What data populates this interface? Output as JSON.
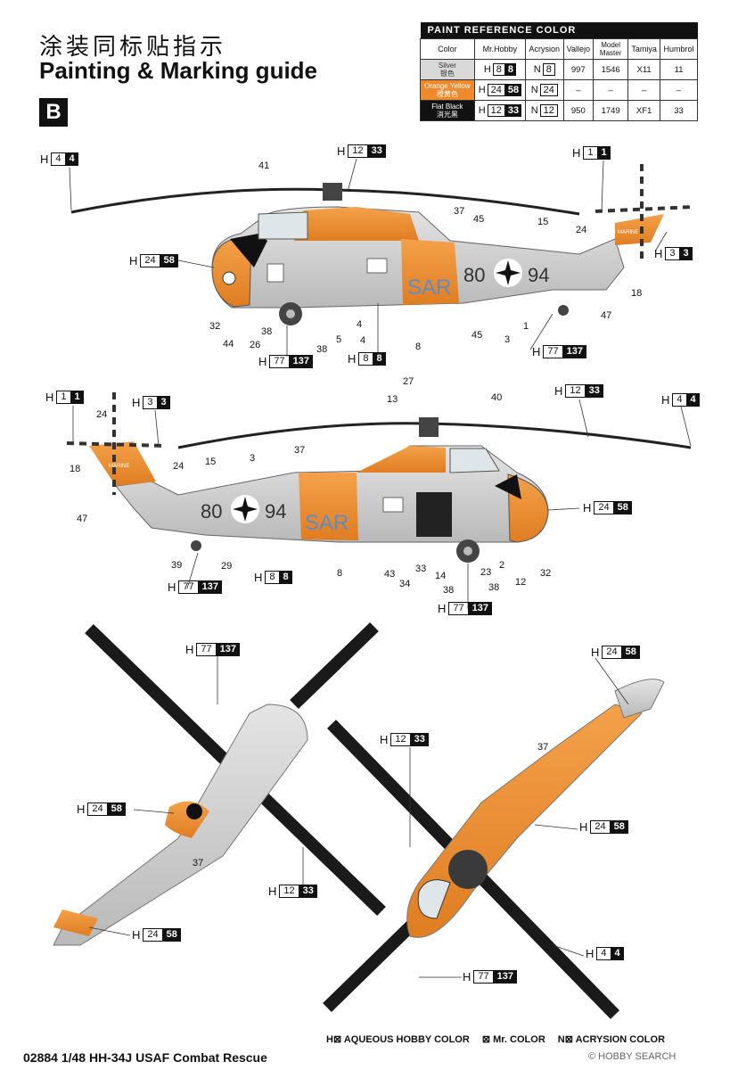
{
  "header": {
    "title_cn": "涂装同标贴指示",
    "title_en": "Painting & Marking guide",
    "scheme": "B"
  },
  "paint_table": {
    "caption": "PAINT REFERENCE COLOR",
    "columns": [
      "Color",
      "Mr.Hobby",
      "Acrysion",
      "Vallejo",
      "Model Master",
      "Tamiya",
      "Humbrol"
    ],
    "rows": [
      {
        "en": "Silver",
        "cn": "银色",
        "h1": "8",
        "h2": "8",
        "n": "8",
        "vallejo": "997",
        "mm": "1546",
        "tamiya": "X11",
        "humbrol": "11"
      },
      {
        "en": "Orange Yellow",
        "cn": "橙黄色",
        "h1": "24",
        "h2": "58",
        "n": "24",
        "vallejo": "–",
        "mm": "–",
        "tamiya": "–",
        "humbrol": "–"
      },
      {
        "en": "Flat Black",
        "cn": "消光黑",
        "h1": "12",
        "h2": "33",
        "n": "12",
        "vallejo": "950",
        "mm": "1749",
        "tamiya": "XF1",
        "humbrol": "33"
      }
    ]
  },
  "prefix": {
    "h": "H",
    "n": "N"
  },
  "markings": {
    "sar": "SAR",
    "n1": "80",
    "n2": "94",
    "marine": "MARINE"
  },
  "labels": [
    {
      "h1": "4",
      "h2": "4"
    },
    {
      "h1": "12",
      "h2": "33"
    },
    {
      "h1": "1",
      "h2": "1"
    },
    {
      "h1": "24",
      "h2": "58"
    },
    {
      "h1": "3",
      "h2": "3"
    },
    {
      "h1": "77",
      "h2": "137"
    },
    {
      "h1": "8",
      "h2": "8"
    },
    {
      "h1": "77",
      "h2": "137"
    },
    {
      "h1": "1",
      "h2": "1"
    },
    {
      "h1": "3",
      "h2": "3"
    },
    {
      "h1": "12",
      "h2": "33"
    },
    {
      "h1": "4",
      "h2": "4"
    },
    {
      "h1": "24",
      "h2": "58"
    },
    {
      "h1": "8",
      "h2": "8"
    },
    {
      "h1": "77",
      "h2": "137"
    },
    {
      "h1": "77",
      "h2": "137"
    },
    {
      "h1": "77",
      "h2": "137"
    },
    {
      "h1": "24",
      "h2": "58"
    },
    {
      "h1": "12",
      "h2": "33"
    },
    {
      "h1": "24",
      "h2": "58"
    },
    {
      "h1": "24",
      "h2": "58"
    },
    {
      "h1": "12",
      "h2": "33"
    },
    {
      "h1": "24",
      "h2": "58"
    },
    {
      "h1": "4",
      "h2": "4"
    },
    {
      "h1": "77",
      "h2": "137"
    }
  ],
  "callouts": [
    "41",
    "37",
    "45",
    "15",
    "24",
    "18",
    "47",
    "32",
    "44",
    "26",
    "38",
    "38",
    "5",
    "4",
    "4",
    "8",
    "45",
    "3",
    "1",
    "27",
    "13",
    "40",
    "24",
    "18",
    "37",
    "15",
    "3",
    "24",
    "47",
    "39",
    "29",
    "8",
    "43",
    "34",
    "33",
    "14",
    "38",
    "23",
    "2",
    "38",
    "12",
    "32",
    "37",
    "37"
  ],
  "footer": {
    "code": "02884  1/48   HH-34J  USAF Combat Rescue",
    "legend_h": "AQUEOUS HOBBY COLOR",
    "legend_m": "Mr. COLOR",
    "legend_n": "ACRYSION COLOR",
    "watermark": "© HOBBY SEARCH"
  }
}
